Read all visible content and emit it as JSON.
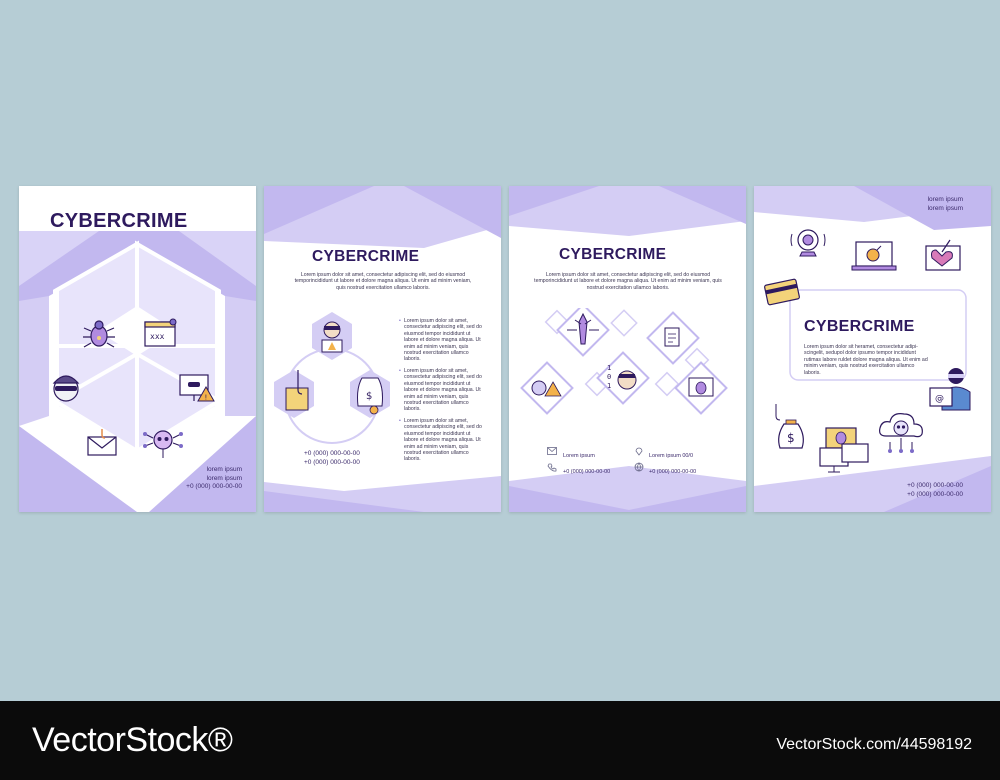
{
  "brochure": {
    "title": "CYBERCRIME",
    "body_text": "Lorem ipsum dolor sit amet, consectetur adipiscing elit, sed do eiusmod temporincididunt ut labore et dolore magna aliqua. Ut enim ad minim veniam, quis nostrud exercitation ullamco laboris.",
    "bullet_text": "Lorem ipsum dolor sit amet, consectetur adipiscing elit, sed do eiusmod tempor incididunt ut labore et dolore magna aliqua. Ut enim ad minim veniam, quis nostrud exercitation ullamco laboris.",
    "page4_body": "Lorem ipsum dolor sit heramet, consectetur adipi-scingelit, sedupol dolor ipsumo tempor incididunt rutimas labore ruldet dolore magna aliqua. Ut enim ad minim veniam, quis nostrud exercitation ullamco laboris.",
    "lorem": "lorem ipsum",
    "phone": "+0 (000) 000-00-00",
    "address": "Lorem ipsum 00/0",
    "colors": {
      "purple_light": "#d4cdf4",
      "purple_mid": "#b8aeea",
      "navy": "#2e1a5e",
      "bg": "#b6cdd5"
    }
  },
  "page1": {
    "contact": [
      "lorem ipsum",
      "lorem ipsum",
      "+0 (000) 000-00-00"
    ]
  },
  "page2": {
    "contact": [
      "+0 (000) 000-00-00",
      "+0 (000) 000-00-00"
    ]
  },
  "page3": {
    "contact": [
      "Lorem ipsum",
      "+0 (000) 000-00-00",
      "Lorem ipsum 00/0",
      "+0 (000) 000-00-00"
    ]
  },
  "page4": {
    "top": [
      "lorem ipsum",
      "lorem ipsum"
    ],
    "contact": [
      "+0 (000) 000-00-00",
      "+0 (000) 000-00-00"
    ]
  },
  "watermark": {
    "left": "VectorStock®",
    "right": "VectorStock.com/44598192"
  }
}
